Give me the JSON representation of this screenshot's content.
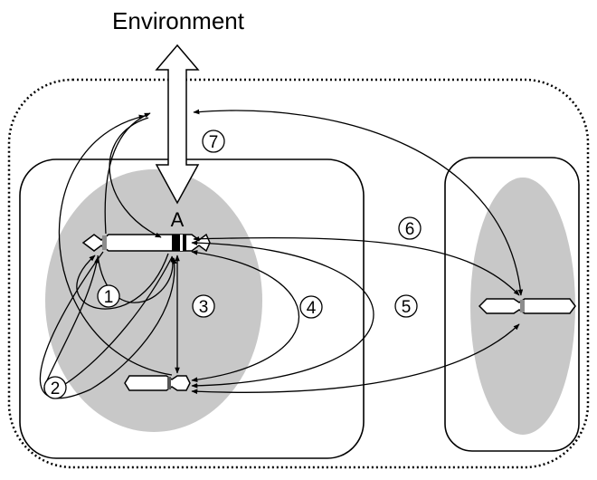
{
  "title": "Environment",
  "locus_label": "A",
  "circled_numbers": {
    "n1": "1",
    "n2": "2",
    "n3": "3",
    "n4": "4",
    "n5": "5",
    "n6": "6",
    "n7": "7"
  },
  "colors": {
    "line": "#000000",
    "nucleus_fill": "#c8c8c8",
    "chromosome_fill": "#ffffff",
    "band_dark": "#000000",
    "band_gray": "#8c8c8c",
    "background": "#ffffff"
  }
}
